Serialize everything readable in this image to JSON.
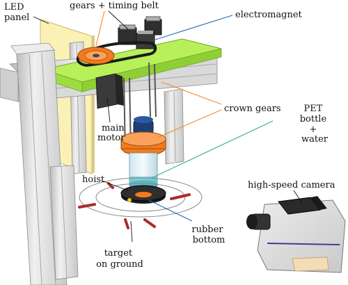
{
  "labels": {
    "led_panel": [
      "LED",
      "panel"
    ],
    "gears_timing_belt": "gears + timing belt",
    "electromagnet": "electromagnet",
    "crown_gears": "crown gears",
    "main_motor": [
      "main",
      "motor"
    ],
    "pet_bottle_water": [
      "PET",
      "bottle",
      "+",
      "water"
    ],
    "hoist": "hoist",
    "high_speed_camera": "high-speed camera",
    "rubber_bottom": [
      "rubber",
      "bottom"
    ],
    "target_on_ground": [
      "target",
      "on ground"
    ]
  },
  "colors": {
    "led_panel": "#fbf1b6",
    "green_plate": "#b8f05a",
    "orange_gear": "#f47a1e",
    "extrusion": "#e2e2e2",
    "dark_part": "#333333",
    "bottle_water": "#58b9c8",
    "leader_black": "#111111",
    "leader_blue": "#1f6fb5",
    "leader_orange": "#f08a2a",
    "leader_teal": "#3aa8a0",
    "target_red": "#a82c2c"
  }
}
